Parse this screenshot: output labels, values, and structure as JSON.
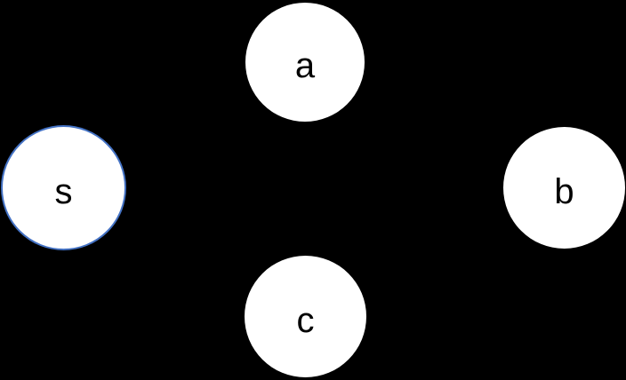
{
  "diagram": {
    "type": "graph",
    "background_color": "#000000",
    "node_fill_color": "#ffffff",
    "node_text_color": "#000000",
    "highlight_border_color": "#4472C4",
    "nodes": [
      {
        "id": "a",
        "label": "a",
        "fill": "#ffffff",
        "border_color": null,
        "position": "top-center"
      },
      {
        "id": "s",
        "label": "s",
        "fill": "#ffffff",
        "border_color": "#4472C4",
        "position": "middle-left"
      },
      {
        "id": "b",
        "label": "b",
        "fill": "#ffffff",
        "border_color": null,
        "position": "middle-right"
      },
      {
        "id": "c",
        "label": "c",
        "fill": "#ffffff",
        "border_color": null,
        "position": "bottom-center"
      }
    ],
    "edges": []
  }
}
